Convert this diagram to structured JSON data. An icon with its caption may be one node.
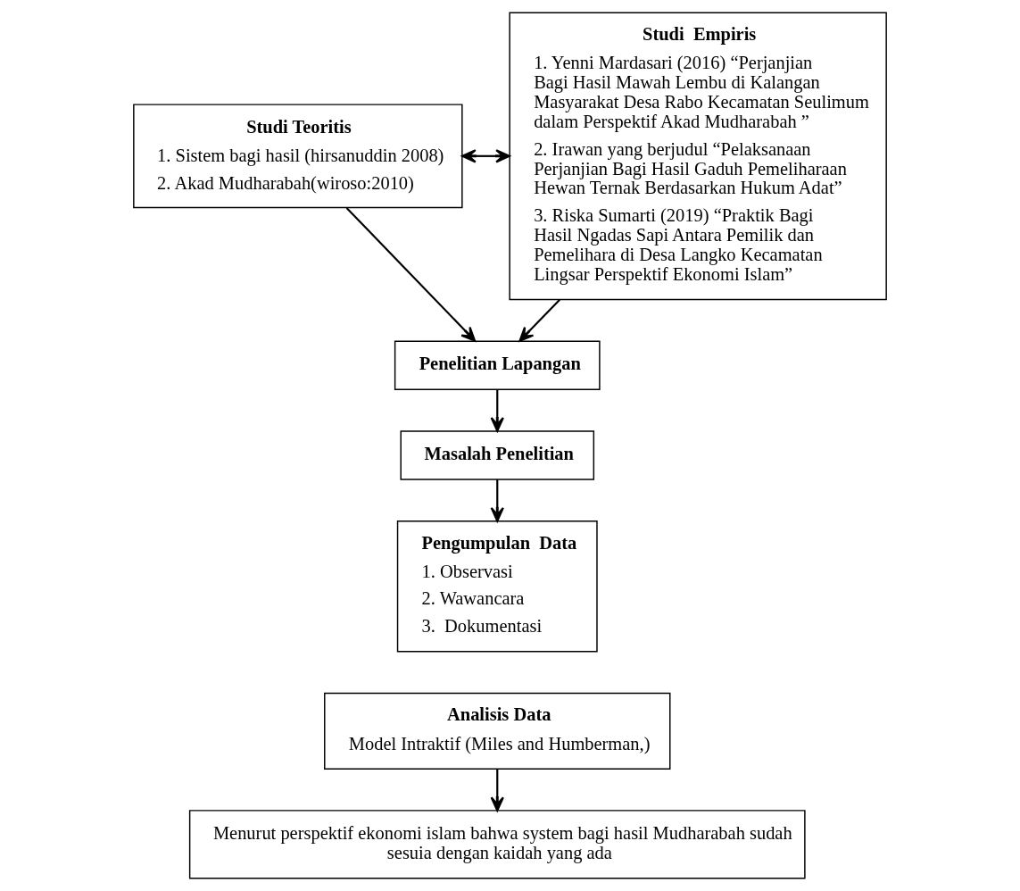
{
  "diagram": {
    "nodes": [
      {
        "text": [
          "Studi Teoritis",
          "1. Sistem bagi hasil (hirsanuddin 2008)",
          "2. Akad Mudharabah(wiroso:2010)"
        ]
      },
      {
        "text": [
          "Studi  Empiris",
          "1. Yenni Mardasari (2016) “Perjanjian Bagi Hasil Mawah Lembu di Kalangan Masyarakat Desa Rabo Kecamatan Seulimum dalam Perspektif Akad Mudharabah ”",
          "2. Irawan yang berjudul “Pelaksanaan Perjanjian Bagi Hasil Gaduh Pemeliharaan Hewan Ternak Berdasarkan Hukum Adat”",
          "3. Riska Sumarti (2019) “Praktik Bagi Hasil Ngadas Sapi Antara Pemilik dan Pemelihara di Desa Langko Kecamatan Lingsar Perspektif Ekonomi Islam”"
        ]
      },
      {
        "text": [
          "Penelitian Lapangan"
        ]
      },
      {
        "text": [
          "Masalah Penelitian"
        ]
      },
      {
        "text": [
          "Pengumpulan  Data",
          "1. Observasi",
          "2. Wawancara",
          "3.  Dokumentasi"
        ]
      },
      {
        "text": [
          "Analisis Data",
          "Model Intraktif (Miles and Humberman,)"
        ]
      },
      {
        "text": [
          "Menurut perspektif ekonomi islam bahwa system bagi hasil Mudharabah sudah sesuia dengan kaidah yang ada"
        ]
      }
    ],
    "edges": [
      {
        "from": 0,
        "to": 1,
        "arrow": "both"
      },
      {
        "from": 0,
        "to": 2,
        "arrow": "to"
      },
      {
        "from": 1,
        "to": 2,
        "arrow": "to"
      },
      {
        "from": 2,
        "to": 3,
        "arrow": "to"
      },
      {
        "from": 3,
        "to": 4,
        "arrow": "to"
      },
      {
        "from": 5,
        "to": 6,
        "arrow": "to"
      }
    ]
  }
}
